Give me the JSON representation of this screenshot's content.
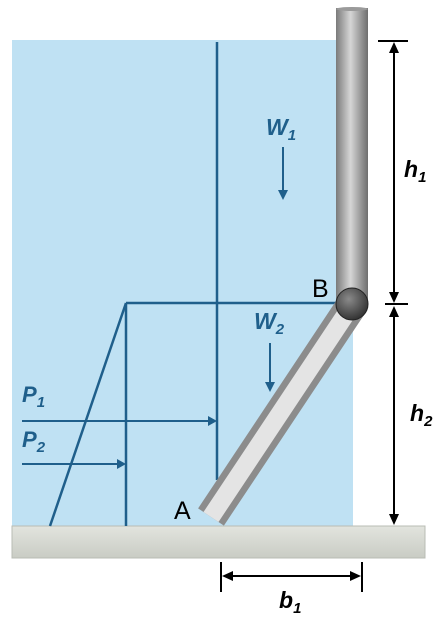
{
  "labels": {
    "W1": {
      "base": "W",
      "sub": "1"
    },
    "W2": {
      "base": "W",
      "sub": "2"
    },
    "P1": {
      "base": "P",
      "sub": "1"
    },
    "P2": {
      "base": "P",
      "sub": "2"
    },
    "h1": {
      "base": "h",
      "sub": "1"
    },
    "h2": {
      "base": "h",
      "sub": "2"
    },
    "b1": {
      "base": "b",
      "sub": "1"
    },
    "A": "A",
    "B": "B"
  },
  "colors": {
    "water": "#bfe1f3",
    "force_lines": "#1f5f8b",
    "ground": "#d8dbd4",
    "pipe": "#9c9c9c",
    "pipe_light": "#d8d8d8",
    "hinge": "#4a4a4a"
  }
}
